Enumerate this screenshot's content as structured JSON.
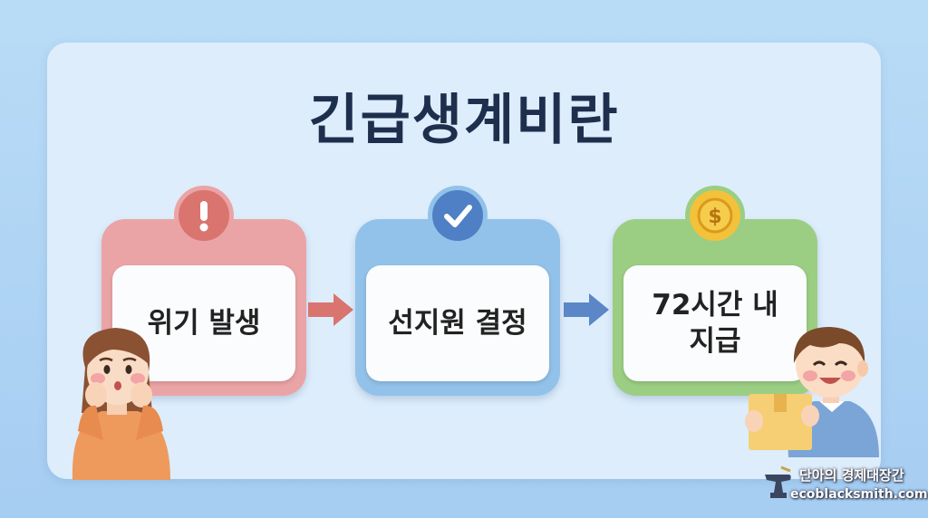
{
  "title": "긴급생계비란",
  "steps": [
    {
      "label": "위기 발생",
      "icon": "exclamation-icon"
    },
    {
      "label": "선지원 결정",
      "icon": "checkmark-icon"
    },
    {
      "label": "72시간 내\n지급",
      "icon": "dollar-coin-icon"
    }
  ],
  "watermark": {
    "name": "단아의 경제대장간",
    "url": "ecoblacksmith.com"
  },
  "colors": {
    "background": "#b4d6f4",
    "card": "#ddedfb",
    "title": "#1e2f4e",
    "step1": "#eba4a6",
    "step2": "#92c2ea",
    "step3": "#9bce83",
    "arrow1": "#d9746f",
    "arrow2": "#5b86c8"
  }
}
